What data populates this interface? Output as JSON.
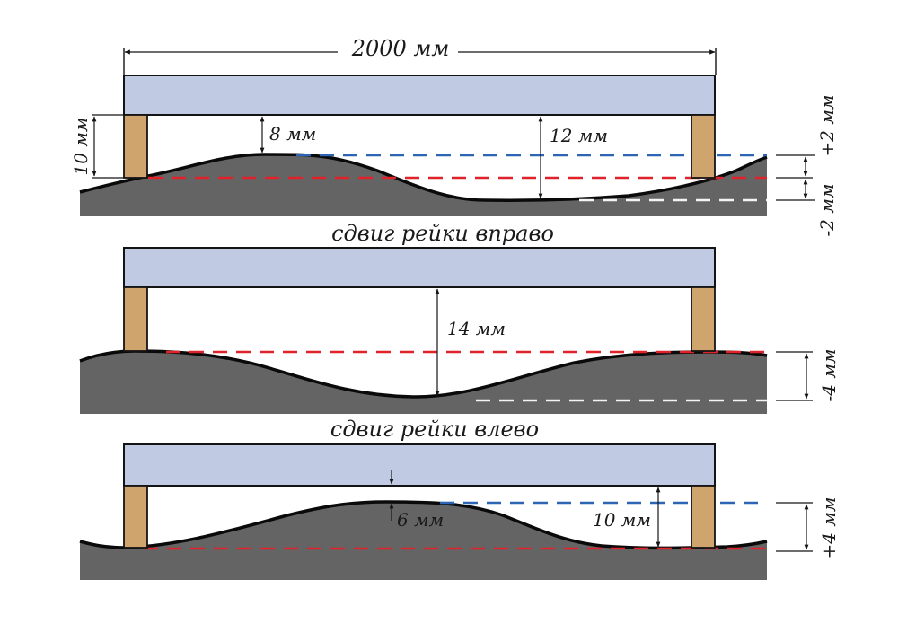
{
  "colors": {
    "ground": "#646464",
    "ground_edge": "#0a0a0a",
    "rail": "#c0cbe3",
    "post": "#cfa56d",
    "stroke": "#141414",
    "red_dash": "#e0232a",
    "blue_dash": "#2e64b4",
    "white_dash": "#f4f4f4"
  },
  "top": {
    "length_label": "2000 мм",
    "post_label": "10 мм",
    "gap_left_label": "8 мм",
    "gap_right_label": "12 мм",
    "plus_label": "+2 мм",
    "minus_label": "-2 мм"
  },
  "middle": {
    "title": "сдвиг рейки вправо",
    "gap_label": "14 мм",
    "delta_label": "-4 мм"
  },
  "bottom": {
    "title": "сдвиг рейки влево",
    "gap_left_label": "6 мм",
    "gap_right_label": "10 мм",
    "delta_label": "+4 мм"
  }
}
